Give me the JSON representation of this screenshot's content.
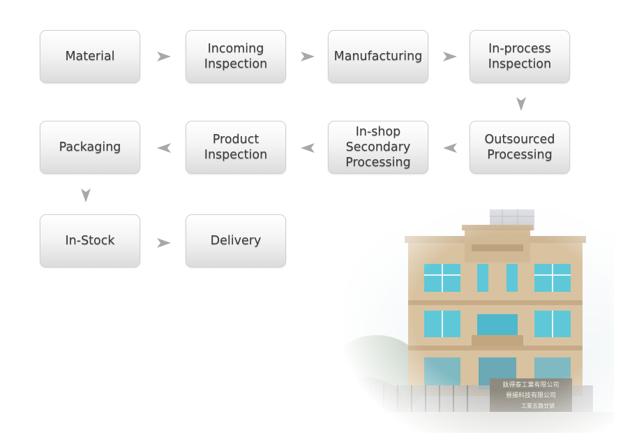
{
  "flow": {
    "steps": [
      {
        "id": "material",
        "label": "Material"
      },
      {
        "id": "incoming-inspection",
        "label": "Incoming\nInspection"
      },
      {
        "id": "manufacturing",
        "label": "Manufacturing"
      },
      {
        "id": "in-process-inspection",
        "label": "In-process\nInspection"
      },
      {
        "id": "outsourced-processing",
        "label": "Outsourced\nProcessing"
      },
      {
        "id": "in-shop-secondary-processing",
        "label": "In-shop\nSecondary\nProcessing"
      },
      {
        "id": "product-inspection",
        "label": "Product\nInspection"
      },
      {
        "id": "packaging",
        "label": "Packaging"
      },
      {
        "id": "in-stock",
        "label": "In-Stock"
      },
      {
        "id": "delivery",
        "label": "Delivery"
      }
    ],
    "connectors": [
      {
        "from": "material",
        "to": "incoming-inspection",
        "direction": "right"
      },
      {
        "from": "incoming-inspection",
        "to": "manufacturing",
        "direction": "right"
      },
      {
        "from": "manufacturing",
        "to": "in-process-inspection",
        "direction": "right"
      },
      {
        "from": "in-process-inspection",
        "to": "outsourced-processing",
        "direction": "down"
      },
      {
        "from": "outsourced-processing",
        "to": "in-shop-secondary-processing",
        "direction": "left"
      },
      {
        "from": "in-shop-secondary-processing",
        "to": "product-inspection",
        "direction": "left"
      },
      {
        "from": "product-inspection",
        "to": "packaging",
        "direction": "left"
      },
      {
        "from": "packaging",
        "to": "in-stock",
        "direction": "down"
      },
      {
        "from": "in-stock",
        "to": "delivery",
        "direction": "right"
      }
    ]
  },
  "photo": {
    "description_icon": "factory-building-photo",
    "sign_lines": [
      "鈦得泰工業有限公司",
      "晉揚科技有限公司",
      "工業五路廿號"
    ]
  },
  "colors": {
    "arrow": "#a8a8a8",
    "box_border": "#cfcfcf",
    "text": "#3a3a3a",
    "wall": "#d8c2a0",
    "window": "#5ec8d8"
  }
}
